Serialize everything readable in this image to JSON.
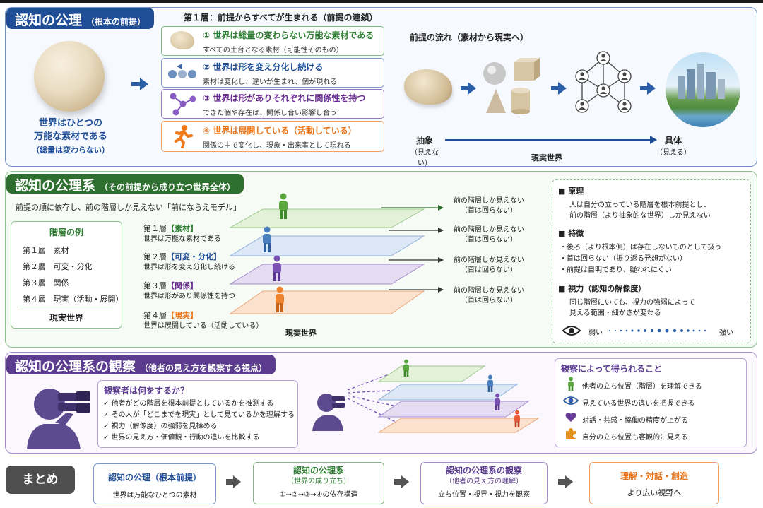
{
  "colors": {
    "blue": "#1f4e96",
    "green": "#2e7d32",
    "purple": "#5b3c8f",
    "orange": "#e8751a",
    "gray": "#555555"
  },
  "axiom": {
    "tab_title": "認知の公理",
    "tab_sub": "（根本の前提）",
    "sphere_caption1": "世界はひとつの",
    "sphere_caption2": "万能な素材である",
    "sphere_caption3": "（総量は変わらない）",
    "layer_chain_heading": "第１層：前提からすべてが生まれる（前提の連鎖）",
    "items": [
      {
        "num": "①",
        "title": "世界は総量の変わらない万能な素材である",
        "desc": "すべての土台となる素材（可能性そのもの）",
        "icon": "clay-icon"
      },
      {
        "num": "②",
        "title": "世界は形を変え分化し続ける",
        "desc": "素材は変化し、違いが生まれ、個が現れる",
        "icon": "split-spheres-icon"
      },
      {
        "num": "③",
        "title": "世界は形がありそれぞれに関係性を持つ",
        "desc": "できた個や存在は、関係し合い影響し合う",
        "icon": "network-icon"
      },
      {
        "num": "④",
        "title": "世界は展開している（活動している）",
        "desc": "関係の中で変化し、現象・出来事として現れる",
        "icon": "running-person-icon"
      }
    ],
    "flow_title": "前提の流れ（素材から現実へ）",
    "abstract_label": "抽象",
    "abstract_sub": "（見えない）",
    "concrete_label": "具体",
    "concrete_sub": "（見える）",
    "real_world": "現実世界"
  },
  "system": {
    "tab_title": "認知の公理系",
    "tab_sub": "（その前提から成り立つ世界全体）",
    "intro": "前提の順に依存し、前の階層しか見えない「前にならえモデル」",
    "examples_title": "階層の例",
    "examples": [
      {
        "layer": "第１層",
        "name": "素材"
      },
      {
        "layer": "第２層",
        "name": "可変・分化"
      },
      {
        "layer": "第３層",
        "name": "関係"
      },
      {
        "layer": "第４層",
        "name": "現実（活動・展開）"
      }
    ],
    "examples_footer": "現実世界",
    "layers": [
      {
        "label": "第１層",
        "tag": "【素材】",
        "desc": "世界は万能な素材である"
      },
      {
        "label": "第２層",
        "tag": "【可変・分化】",
        "desc": "世界は形を変え分化し続ける"
      },
      {
        "label": "第３層",
        "tag": "【関係】",
        "desc": "世界は形があり関係性を持つ"
      },
      {
        "label": "第４層",
        "tag": "【現実】",
        "desc": "世界は展開している（活動している）"
      }
    ],
    "view_note1": "前の階層しか見えない",
    "view_note2": "（首は回らない）",
    "real_world": "現実世界",
    "principle_title": "■ 原理",
    "principle_text1": "人は自分の立っている階層を根本前提とし、",
    "principle_text2": "前の階層（より抽象的な世界）しか見えない",
    "features_title": "■ 特徴",
    "features": [
      "・後ろ（より根本側）は存在しないものとして扱う",
      "・首は回らない（振り返る発想がない）",
      "・前提は自明であり、疑われにくい"
    ],
    "vision_title": "■ 視力（認知の解像度）",
    "vision_text1": "同じ階層にいても、視力の強弱によって",
    "vision_text2": "見える範囲・細かさが変わる",
    "weak": "弱い",
    "strong": "強い"
  },
  "observation": {
    "tab_title": "認知の公理系の観察",
    "tab_sub": "（他者の見え方を観察する視点）",
    "what_title": "観察者は何をするか？",
    "what_items": [
      "✓ 他者がどの階層を根本前提としているかを推測する",
      "✓ その人が「どこまでを現実」として見ているかを理解する",
      "✓ 視力（解像度）の強弱を見極める",
      "✓ 世界の見え方・価値観・行動の違いを比較する"
    ],
    "gain_title": "観察によって得られること",
    "gains": [
      {
        "icon": "person-icon",
        "text": "他者の立ち位置（階層）を理解できる"
      },
      {
        "icon": "eye-icon",
        "text": "見えている世界の違いを把握できる"
      },
      {
        "icon": "heart-icon",
        "text": "対話・共感・協働の精度が上がる"
      },
      {
        "icon": "puzzle-icon",
        "text": "自分の立ち位置も客観的に見える"
      }
    ]
  },
  "summary": {
    "label": "まとめ",
    "boxes": [
      {
        "title": "認知の公理（根本前提）",
        "sub": "",
        "desc": "世界は万能なひとつの素材"
      },
      {
        "title": "認知の公理系",
        "sub": "（世界の成り立ち）",
        "desc": "①→②→③→④の依存構造"
      },
      {
        "title": "認知の公理系の観察",
        "sub": "（他者の見え方の理解）",
        "desc": "立ち位置・視界・視力を観察"
      },
      {
        "title": "理解・対話・創造",
        "sub": "",
        "desc": "より広い視野へ"
      }
    ]
  }
}
